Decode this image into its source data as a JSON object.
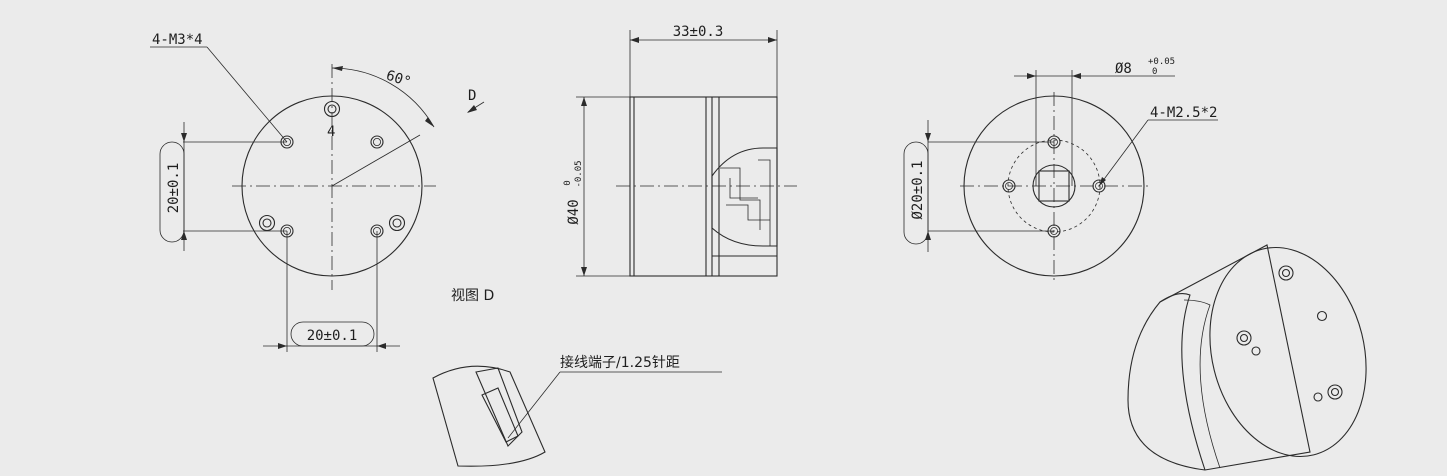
{
  "colors": {
    "background": "#ebebeb",
    "line": "#2b2b2b"
  },
  "front_view": {
    "hole_callout": "4-M3*4",
    "angle_label": "60°",
    "small_label": "4",
    "dim_vertical": "20±0.1",
    "dim_horizontal": "20±0.1",
    "view_arrow_label": "D",
    "view_caption": "视图 D"
  },
  "side_view": {
    "length_dim": "33±0.3",
    "diameter_dim": "Ø40",
    "diameter_tol_upper": "0",
    "diameter_tol_lower": "-0.05"
  },
  "rear_view": {
    "bore_dim": "Ø8",
    "bore_tol_upper": "+0.05",
    "bore_tol_lower": "0",
    "hole_callout": "4-M2.5*2",
    "dim_vertical": "Ø20±0.1"
  },
  "detail_view": {
    "terminal_label": "接线端子/1.25针距"
  }
}
